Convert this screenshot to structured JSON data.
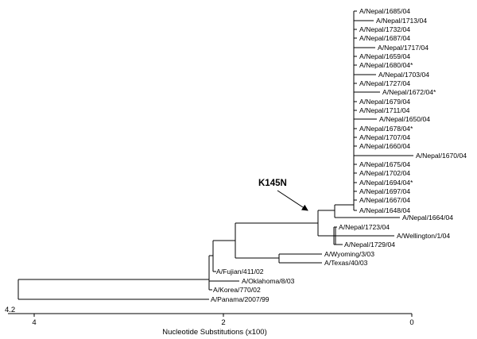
{
  "taxa": {
    "nepal_1685": "A/Nepal/1685/04",
    "nepal_1713": "A/Nepal/1713/04",
    "nepal_1732": "A/Nepal/1732/04",
    "nepal_1687": "A/Nepal/1687/04",
    "nepal_1717": "A/Nepal/1717/04",
    "nepal_1659": "A/Nepal/1659/04",
    "nepal_1680": "A/Nepal/1680/04*",
    "nepal_1703": "A/Nepal/1703/04",
    "nepal_1727": "A/Nepal/1727/04",
    "nepal_1672": "A/Nepal/1672/04*",
    "nepal_1679": "A/Nepal/1679/04",
    "nepal_1711": "A/Nepal/1711/04",
    "nepal_1650": "A/Nepal/1650/04",
    "nepal_1678": "A/Nepal/1678/04*",
    "nepal_1707": "A/Nepal/1707/04",
    "nepal_1660": "A/Nepal/1660/04",
    "nepal_1670": "A/Nepal/1670/04",
    "nepal_1675": "A/Nepal/1675/04",
    "nepal_1702": "A/Nepal/1702/04",
    "nepal_1694": "A/Nepal/1694/04*",
    "nepal_1697": "A/Nepal/1697/04",
    "nepal_1667": "A/Nepal/1667/04",
    "nepal_1648": "A/Nepal/1648/04",
    "nepal_1664": "A/Nepal/1664/04",
    "nepal_1723": "A/Nepal/1723/04",
    "wellington_1": "A/Wellington/1/04",
    "nepal_1729": "A/Nepal/1729/04",
    "wyoming_3": "A/Wyoming/3/03",
    "texas_40": "A/Texas/40/03",
    "fujian_411": "A/Fujian/411/02",
    "oklahoma_8": "A/Oklahoma/8/03",
    "korea_770": "A/Korea/770/02",
    "panama_2007": "A/Panama/2007/99"
  },
  "annotation": {
    "mutation": "K145N"
  },
  "axis": {
    "title": "Nucleotide Substitutions (x100)",
    "end_value": "4.2",
    "ticks": [
      "4",
      "2",
      "0"
    ]
  }
}
